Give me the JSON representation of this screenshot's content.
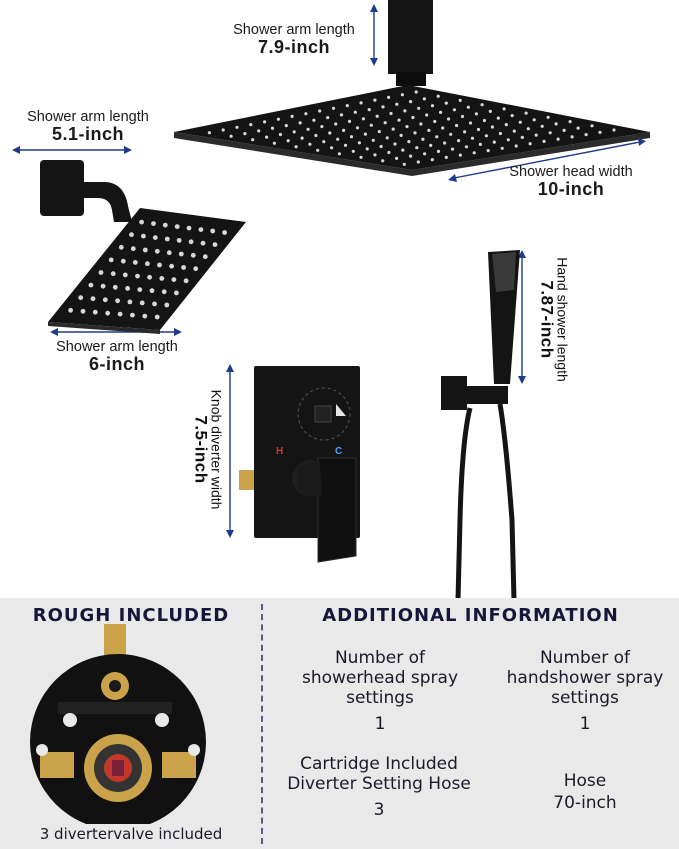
{
  "dimensions": {
    "top_arm": {
      "caption": "Shower arm length",
      "value": "7.9-inch"
    },
    "head_width": {
      "caption": "Shower head width",
      "value": "10-inch"
    },
    "wall_arm": {
      "caption": "Shower arm length",
      "value": "5.1-inch"
    },
    "small_head": {
      "caption": "Shower arm length",
      "value": "6-inch"
    },
    "handshower": {
      "caption": "Hand shower length",
      "value": "7.87-inch"
    },
    "knob": {
      "caption": "Knob diverter width",
      "value": "7.5-inch"
    }
  },
  "valve_marks": {
    "hot": "H",
    "cold": "C"
  },
  "rough": {
    "title": "ROUGH INCLUDED",
    "caption": "3 divertervalve included"
  },
  "additional": {
    "title": "ADDITIONAL INFORMATION",
    "specs": [
      {
        "label": "Number of showerhead spray settings",
        "value": "1"
      },
      {
        "label": "Number of handshower spray settings",
        "value": "1"
      },
      {
        "label": "Cartridge Included Diverter Setting Hose",
        "value": "3"
      },
      {
        "label": "Hose",
        "value": "70-inch"
      }
    ]
  },
  "colors": {
    "product": "#141414",
    "accent_blue": "#1f3a8a",
    "panel_bg": "#e9e9e9",
    "brass": "#c9a24a"
  }
}
